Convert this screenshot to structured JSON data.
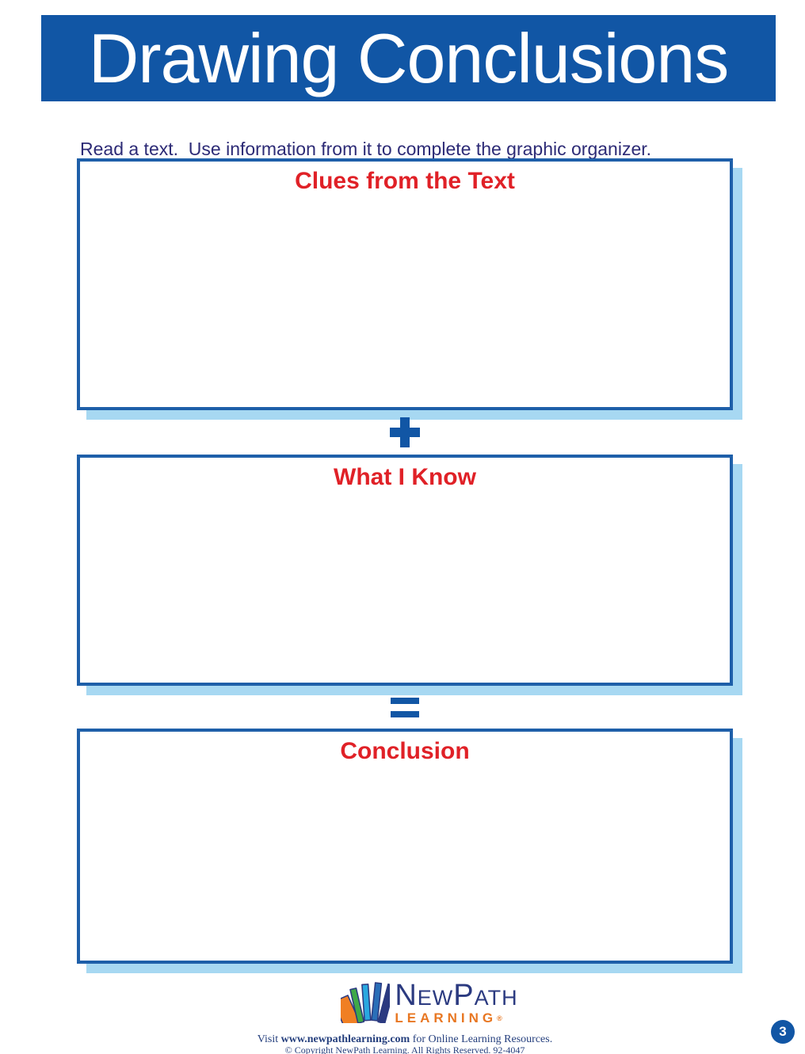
{
  "header": {
    "title": "Drawing Conclusions",
    "bg_color": "#1156a5",
    "text_color": "#ffffff"
  },
  "instruction": "Read a text.  Use information from it to complete the graphic organizer.",
  "organizer": {
    "title_color": "#e02127",
    "border_color": "#1e5fa9",
    "shadow_color": "#a7d8f2",
    "boxes": [
      {
        "title": "Clues from the Text"
      },
      {
        "title": "What I Know"
      },
      {
        "title": "Conclusion"
      }
    ],
    "operators": [
      {
        "icon": "plus-icon",
        "symbol": "+"
      },
      {
        "icon": "equals-icon",
        "symbol": "="
      }
    ]
  },
  "footer": {
    "logo": {
      "icon": "books-icon",
      "name": "NewPath",
      "sub": "LEARNING",
      "reg": "®",
      "name_color": "#2b3a80",
      "sub_color": "#e87722"
    },
    "line1_prefix": "Visit ",
    "line1_bold": "www.newpathlearning.com",
    "line1_suffix": " for Online Learning Resources.",
    "line2": "© Copyright NewPath Learning. All Rights Reserved. 92-4047",
    "page_number": "3"
  }
}
